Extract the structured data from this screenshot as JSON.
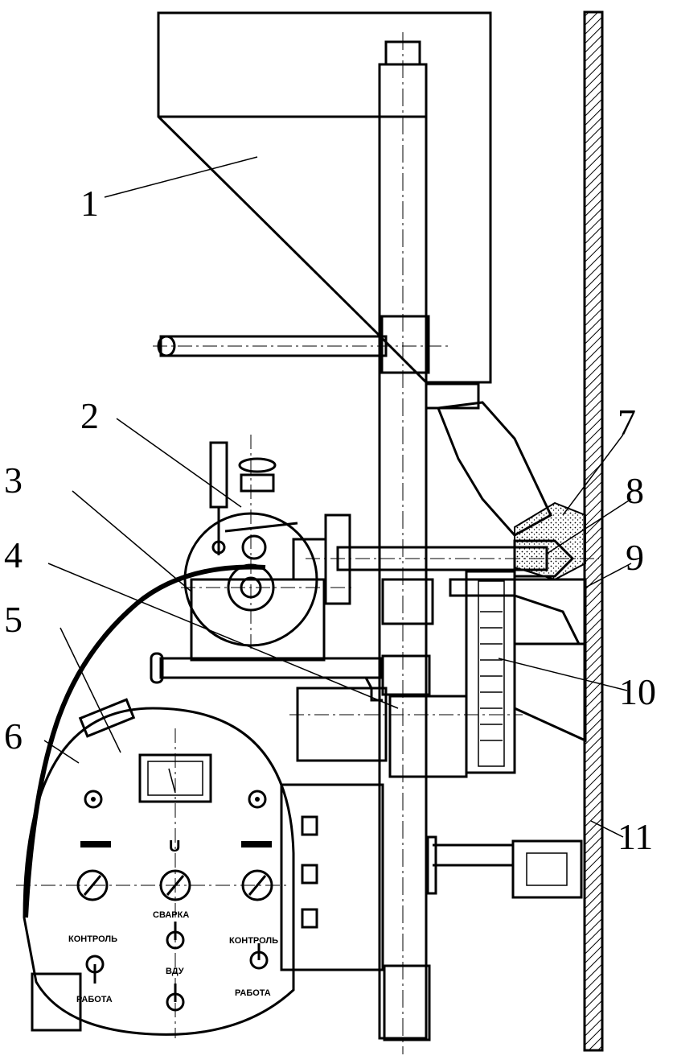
{
  "callouts": [
    {
      "id": "1",
      "text": "1"
    },
    {
      "id": "2",
      "text": "2"
    },
    {
      "id": "3",
      "text": "3"
    },
    {
      "id": "4",
      "text": "4"
    },
    {
      "id": "5",
      "text": "5"
    },
    {
      "id": "6",
      "text": "6"
    },
    {
      "id": "7",
      "text": "7"
    },
    {
      "id": "8",
      "text": "8"
    },
    {
      "id": "9",
      "text": "9"
    },
    {
      "id": "10",
      "text": "10"
    },
    {
      "id": "11",
      "text": "11"
    }
  ],
  "panel": {
    "svarka": "СВАРКА",
    "vdu": "ВДУ",
    "kontrol_left": "КОНТРОЛЬ",
    "kontrol_right": "КОНТРОЛЬ",
    "rabota_left": "РАБОТА",
    "rabota_right": "РАБОТА",
    "u_symbol": "U"
  }
}
